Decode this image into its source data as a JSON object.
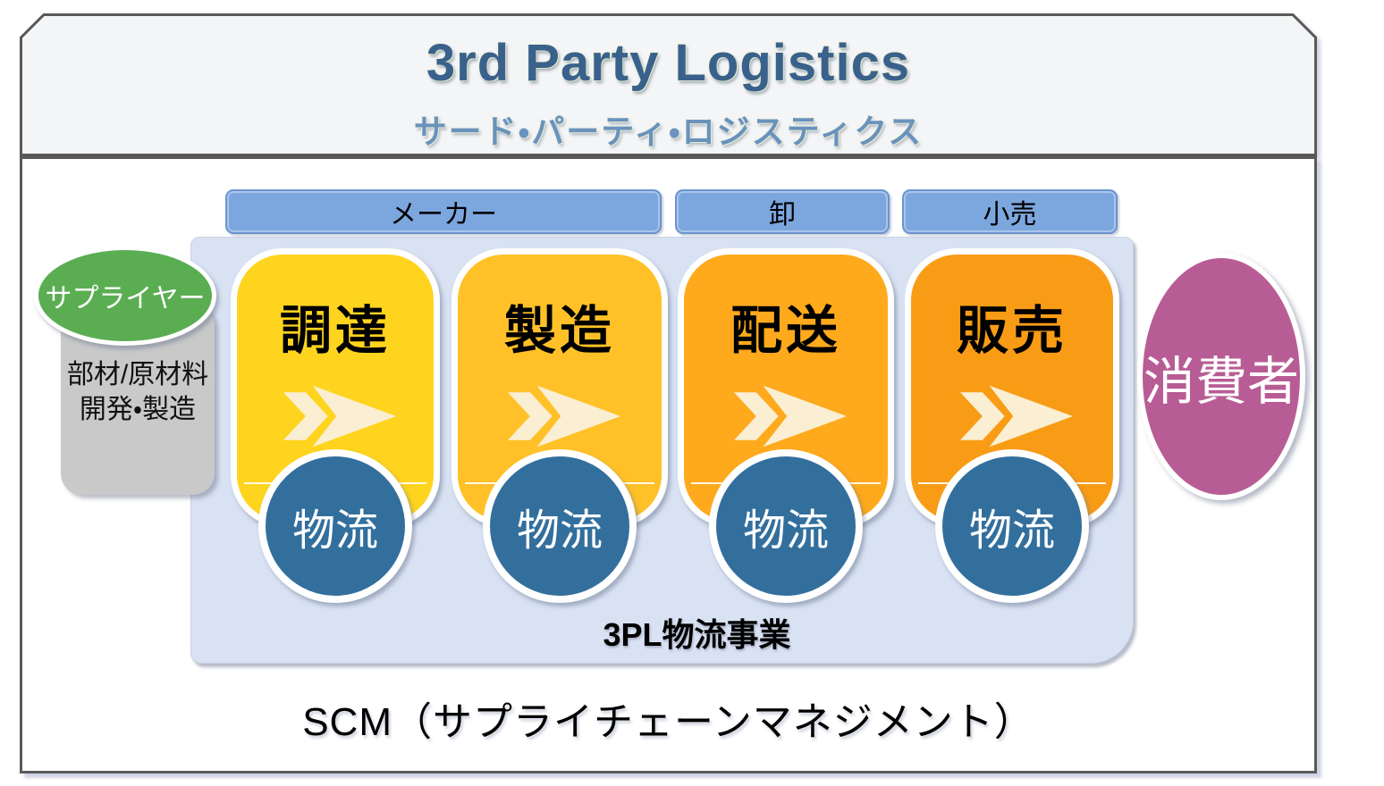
{
  "header": {
    "title": "3rd Party Logistics",
    "subtitle": "サード・パーティ・ロジスティクス"
  },
  "channels": {
    "maker": "メーカー",
    "wholesale": "卸",
    "retail": "小売"
  },
  "supplier": {
    "name": "サプライヤー",
    "description": [
      "部材/原材料",
      "開発・製造"
    ]
  },
  "process": {
    "boxes": [
      {
        "label": "調達",
        "badge": "物流",
        "color": "#FFD41E"
      },
      {
        "label": "製造",
        "badge": "物流",
        "color": "#FFC127"
      },
      {
        "label": "配送",
        "badge": "物流",
        "color": "#FFA91C"
      },
      {
        "label": "販売",
        "badge": "物流",
        "color": "#F99C15"
      }
    ],
    "scope_label": "3PL物流事業"
  },
  "consumer": {
    "name": "消費者"
  },
  "caption": "SCM（サプライチェーンマネジメント）",
  "colors": {
    "channel_bar": "#7CA6DE",
    "channel_bar_border": "#6B94D0",
    "logistics_badge": "#336F9D",
    "scope_background": "#D8E2F3",
    "supplier_green": "#5BAD52",
    "supplier_gray": "#C9C9C9",
    "consumer_magenta": "#B85C95",
    "arrow_cream": "#FAEFD3",
    "title_blue": "#3A618C",
    "frame_border": "#595959"
  }
}
